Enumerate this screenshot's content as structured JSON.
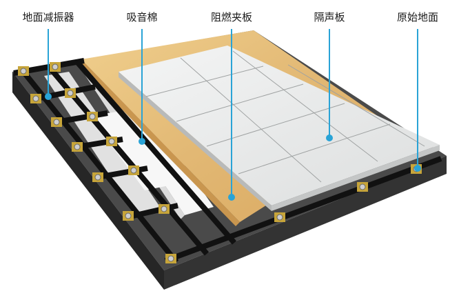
{
  "diagram": {
    "callouts": [
      {
        "id": "damper",
        "label": "地面减振器"
      },
      {
        "id": "sound-wool",
        "label": "吸音棉"
      },
      {
        "id": "fire-board",
        "label": "阻燃夹板"
      },
      {
        "id": "sound-board",
        "label": "隔声板"
      },
      {
        "id": "original-floor",
        "label": "原始地面"
      }
    ]
  },
  "colors": {
    "background": "#ffffff",
    "slab_top": "#4a4a4a",
    "slab_side": "#2c2c2c",
    "joist": "#111111",
    "joist_trim": "#c7a53a",
    "sound_wool": "#f7f7f7",
    "fire_board": "#e2b874",
    "sound_board": "#e9eaea",
    "callout_line": "#29a3d6",
    "text": "#1a1a1a"
  }
}
